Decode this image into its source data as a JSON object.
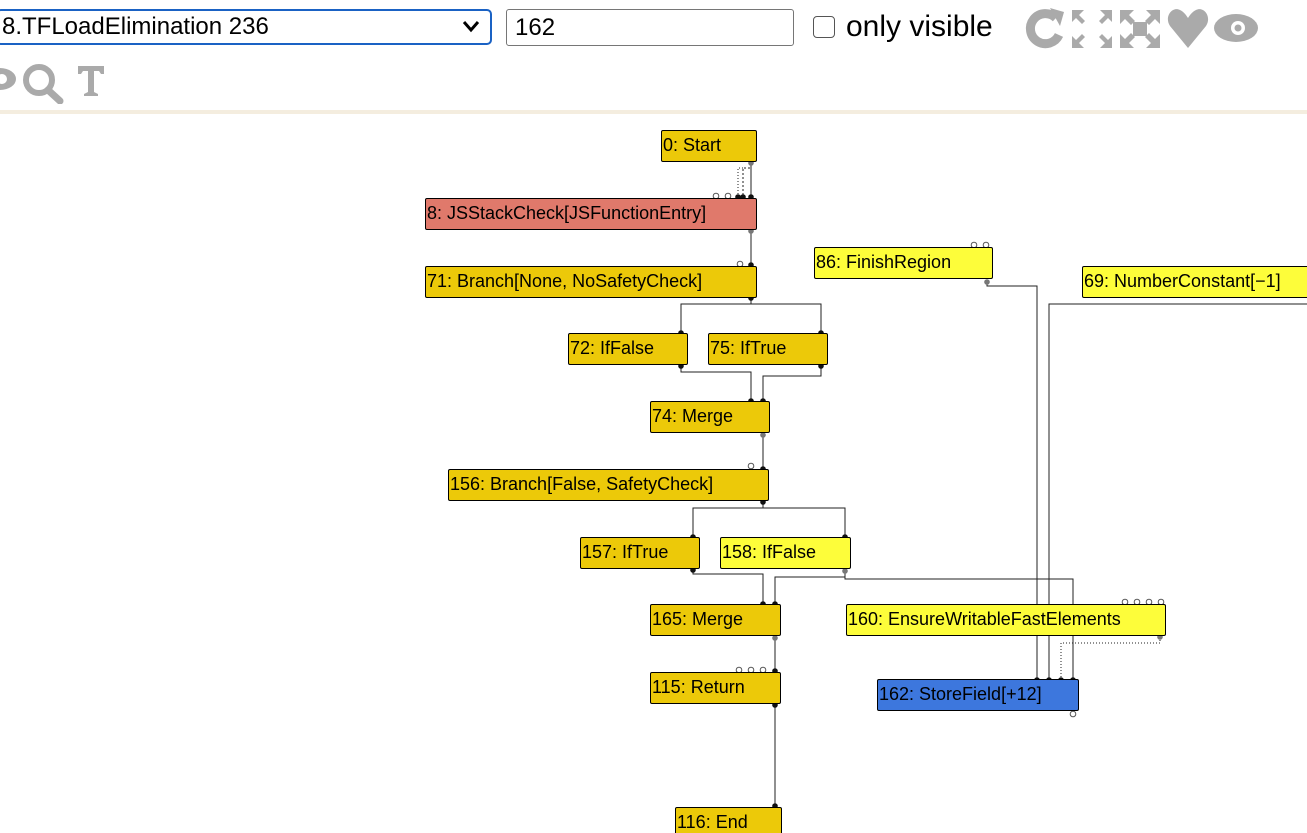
{
  "toolbar": {
    "phase_selected": "8.TFLoadElimination 236",
    "search_value": "162",
    "only_visible_label": "only visible",
    "icons": [
      "refresh-icon",
      "expand-icon",
      "layout-icon",
      "heart-icon",
      "eye-icon",
      "hide-icon",
      "search-icon",
      "text-icon"
    ]
  },
  "colors": {
    "control_node": "#ecc909",
    "effect_node": "#fdfd3a",
    "stack_check_node": "#e0796b",
    "selected_node": "#3d77dd",
    "icon_gray": "#aaaaaa"
  },
  "graph": {
    "nodes": {
      "n0": "0: Start",
      "n8": "8: JSStackCheck[JSFunctionEntry]",
      "n71": "71: Branch[None, NoSafetyCheck]",
      "n72": "72: IfFalse",
      "n75": "75: IfTrue",
      "n74": "74: Merge",
      "n156": "156: Branch[False, SafetyCheck]",
      "n157": "157: IfTrue",
      "n158": "158: IfFalse",
      "n165": "165: Merge",
      "n115": "115: Return",
      "n116": "116: End",
      "n86": "86: FinishRegion",
      "n69": "69: NumberConstant[−1]",
      "n160": "160: EnsureWritableFastElements",
      "n162": "162: StoreField[+12]"
    }
  }
}
